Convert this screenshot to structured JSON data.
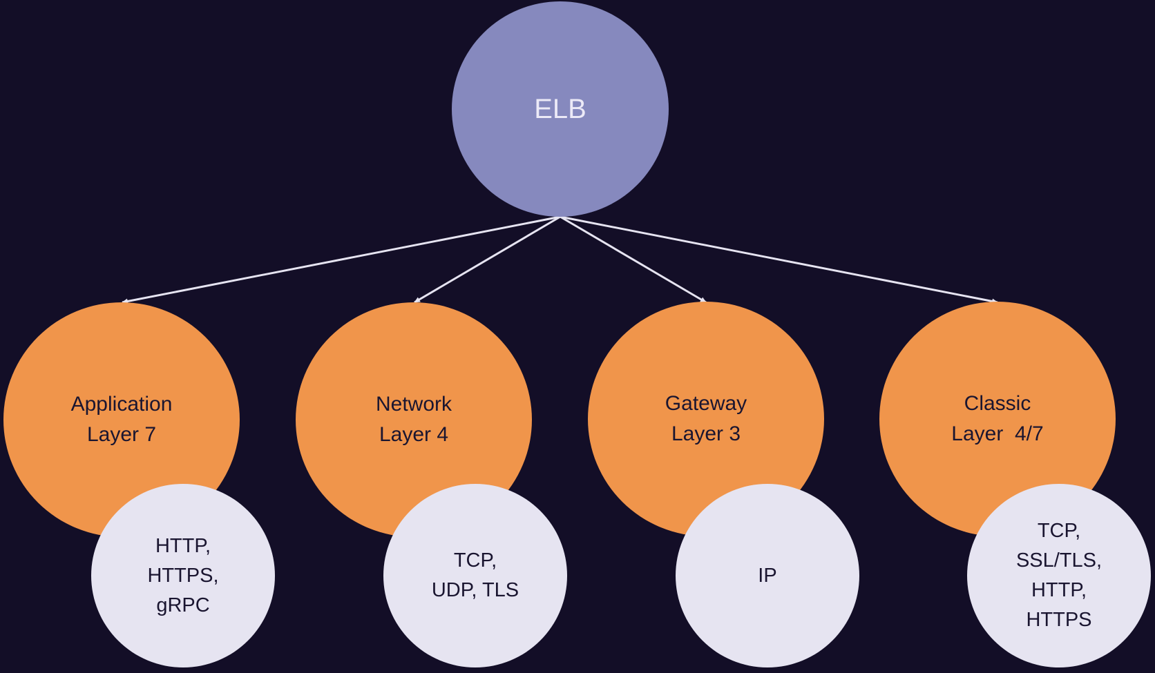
{
  "root": {
    "label": "ELB"
  },
  "types": [
    {
      "name": "Application",
      "layer": "Layer 7",
      "protocols": [
        "HTTP,",
        "HTTPS,",
        "gRPC"
      ]
    },
    {
      "name": "Network",
      "layer": "Layer 4",
      "protocols": [
        "TCP,",
        "UDP, TLS"
      ]
    },
    {
      "name": "Gateway",
      "layer": "Layer 3",
      "protocols": [
        "IP"
      ]
    },
    {
      "name": "Classic",
      "layer": "Layer  4/7",
      "protocols": [
        "TCP,",
        "SSL/TLS,",
        "HTTP,",
        "HTTPS"
      ]
    }
  ],
  "colors": {
    "background": "#130e27",
    "root_fill": "#8689be",
    "type_fill": "#f0954b",
    "protocol_fill": "#e6e4f1",
    "connector": "#e6e4f1"
  }
}
